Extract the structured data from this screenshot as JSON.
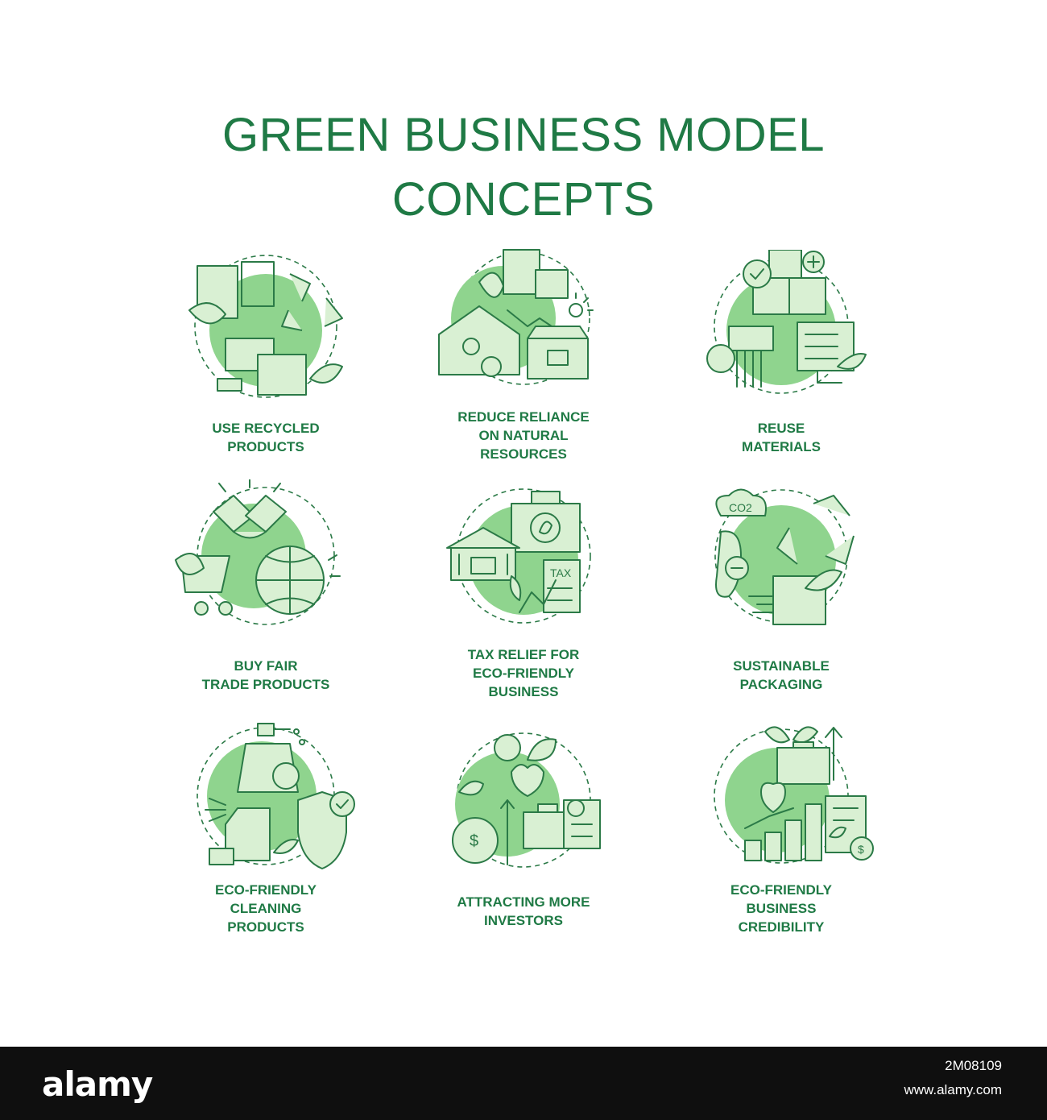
{
  "title": {
    "line1": "GREEN BUSINESS MODEL",
    "line2": "CONCEPTS"
  },
  "colors": {
    "accent": "#1f7a45",
    "circle_fill": "#8fd48e",
    "light_fill": "#d9f0d3",
    "footer_bg": "#0f0f0f"
  },
  "concepts": [
    {
      "lines": [
        "USE RECYCLED",
        "PRODUCTS"
      ],
      "icon": "recycled-products-icon"
    },
    {
      "lines": [
        "REDUCE RELIANCE",
        "ON NATURAL",
        "RESOURCES"
      ],
      "icon": "natural-resources-icon"
    },
    {
      "lines": [
        "REUSE",
        "MATERIALS"
      ],
      "icon": "reuse-materials-icon"
    },
    {
      "lines": [
        "BUY FAIR",
        "TRADE PRODUCTS"
      ],
      "icon": "fair-trade-icon"
    },
    {
      "lines": [
        "TAX RELIEF FOR",
        "ECO-FRIENDLY",
        "BUSINESS"
      ],
      "icon": "tax-relief-icon",
      "badge": "TAX"
    },
    {
      "lines": [
        "SUSTAINABLE",
        "PACKAGING"
      ],
      "icon": "sustainable-packaging-icon",
      "badge": "CO2"
    },
    {
      "lines": [
        "ECO-FRIENDLY",
        "CLEANING",
        "PRODUCTS"
      ],
      "icon": "cleaning-products-icon"
    },
    {
      "lines": [
        "ATTRACTING MORE",
        "INVESTORS"
      ],
      "icon": "investors-icon",
      "badge": "$"
    },
    {
      "lines": [
        "ECO-FRIENDLY",
        "BUSINESS",
        "CREDIBILITY"
      ],
      "icon": "credibility-icon",
      "badge": "$"
    }
  ],
  "footer": {
    "brand": "alamy",
    "image_id": "2M08109",
    "site": "www.alamy.com"
  }
}
